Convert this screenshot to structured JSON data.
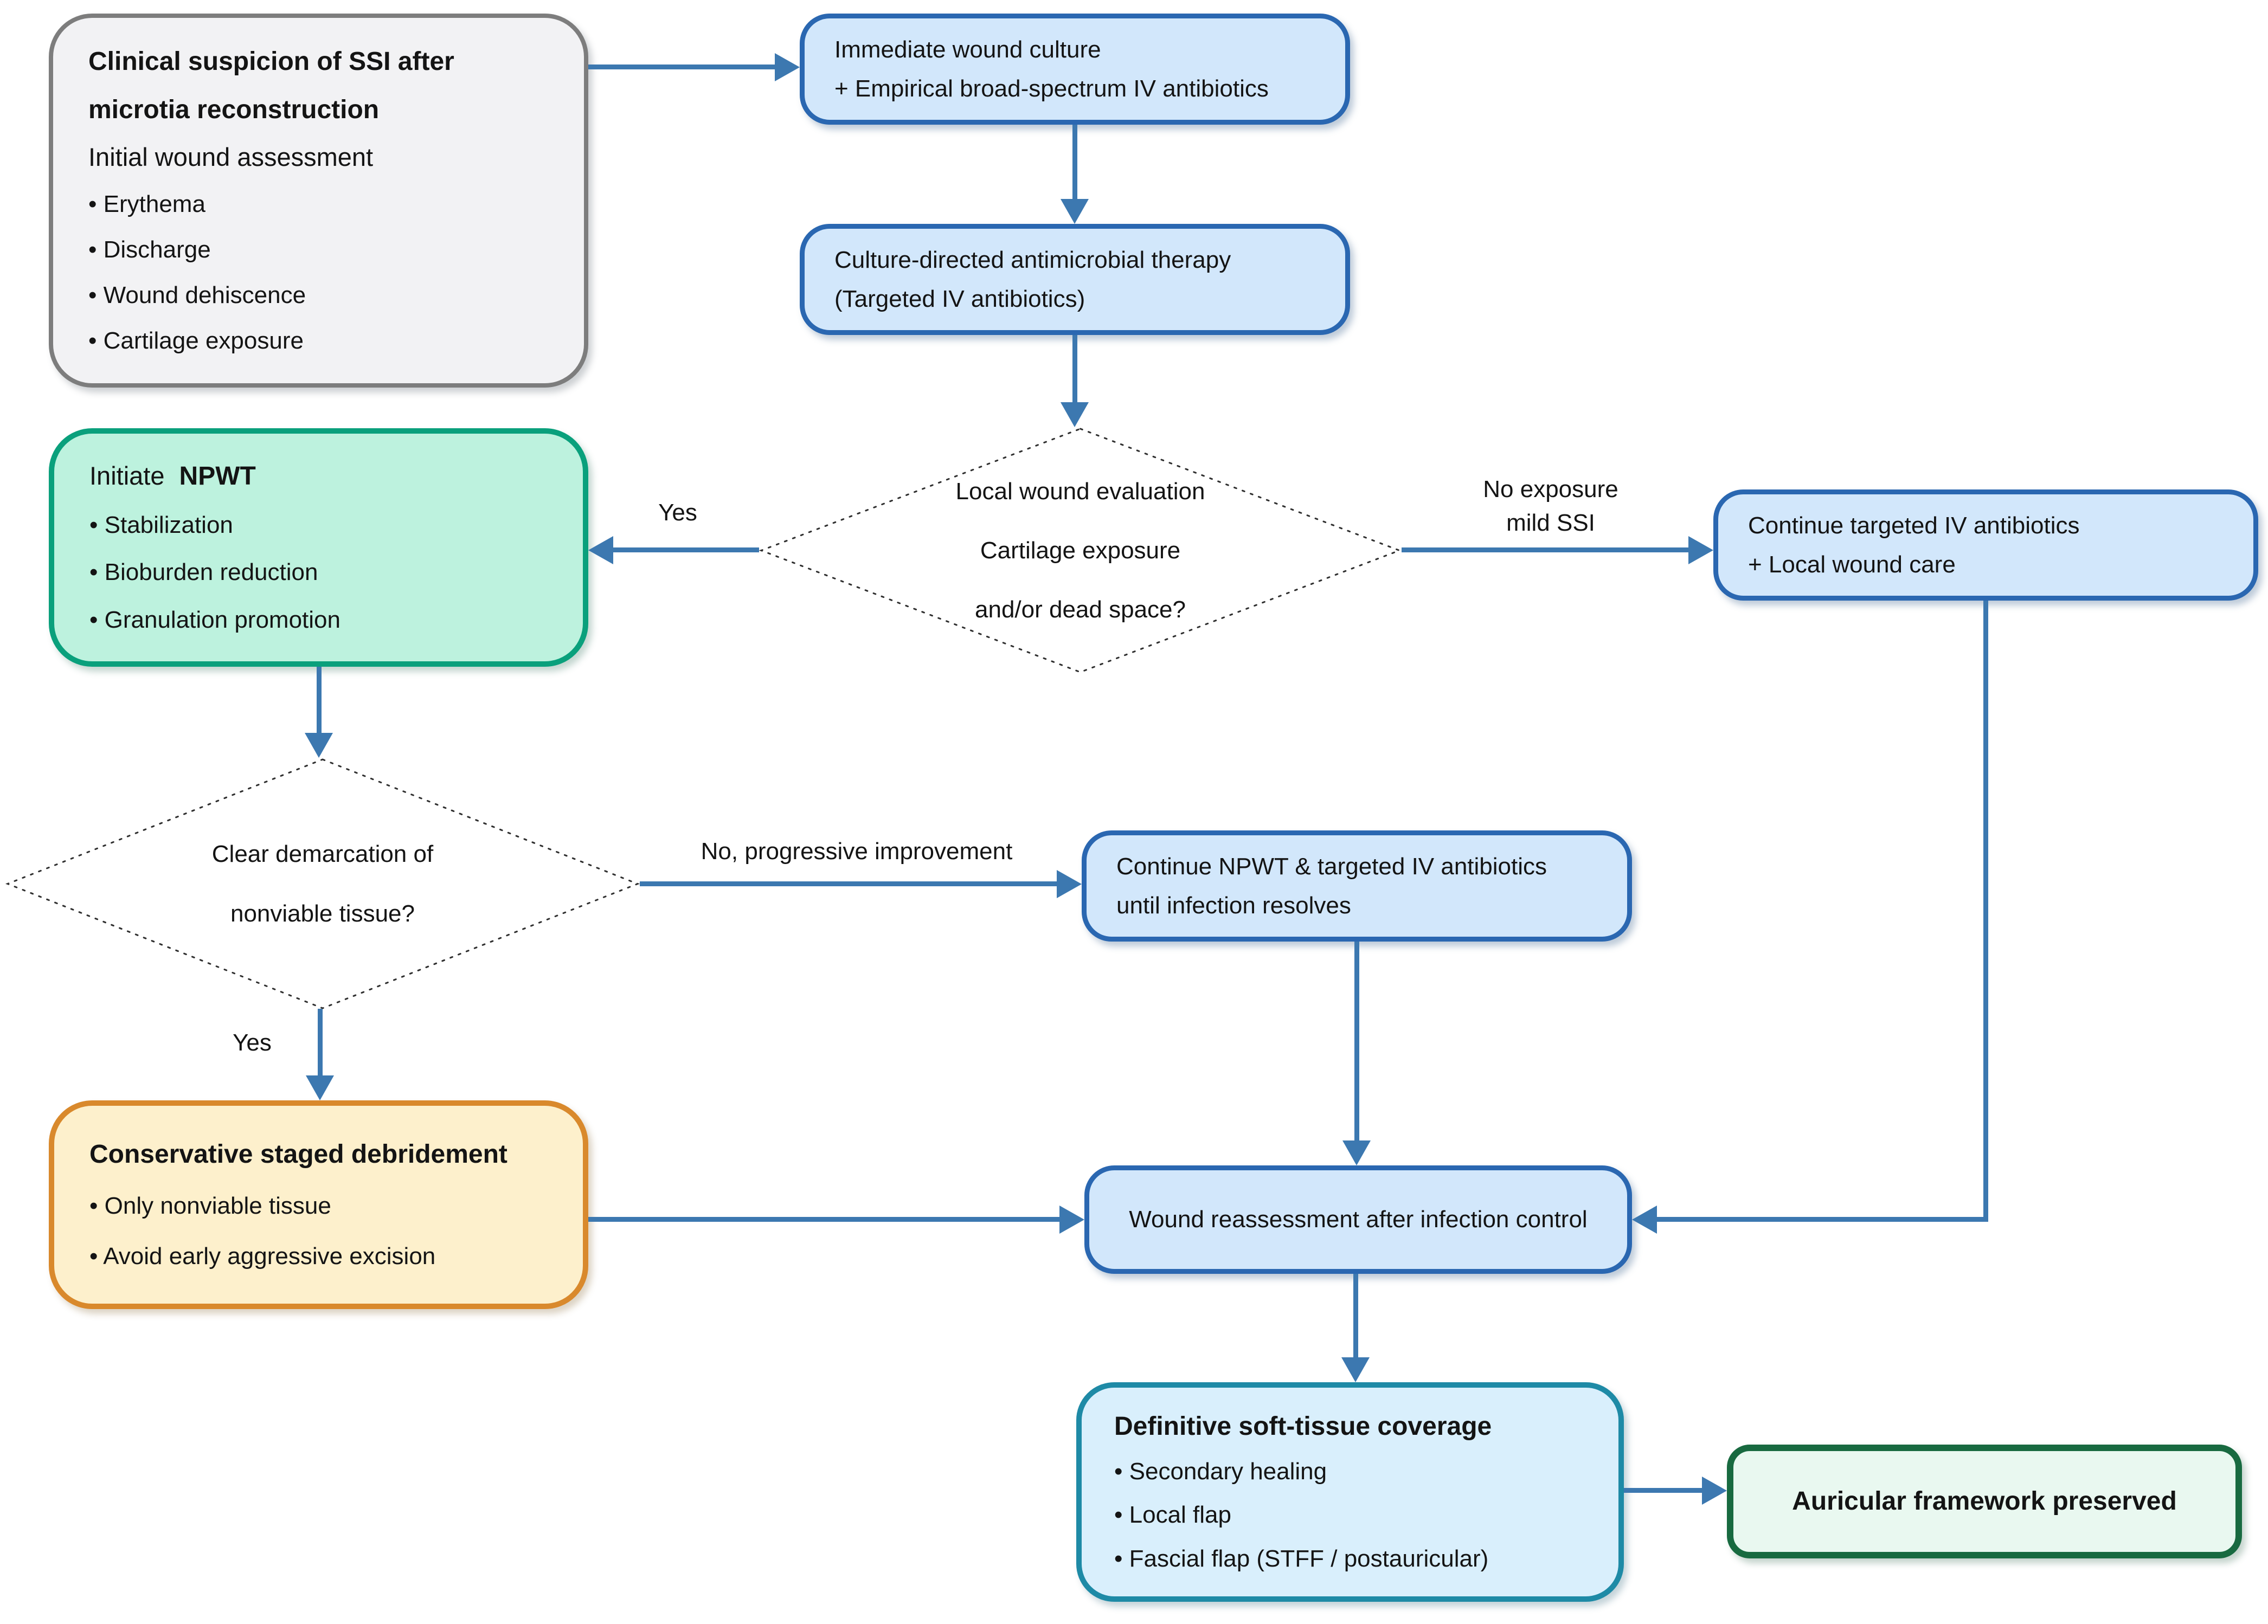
{
  "colors": {
    "arrow": "#3c78b0",
    "blue_fill": "#d2e7fb",
    "blue_border": "#2a67b1",
    "green_fill": "#bdf2de",
    "green_border": "#0aa07c",
    "cream_fill": "#fdf0cc",
    "cream_border": "#d9892c",
    "teal_fill": "#d9effc",
    "teal_border": "#1e8aa6",
    "mint_fill": "#e9f8f0",
    "mint_border": "#186a40",
    "gray_fill": "#f2f2f4",
    "gray_border": "#7d7d7d",
    "diamond_stroke": "#2f2f2f"
  },
  "nodes": {
    "clinical": {
      "title_line1": "Clinical suspicion of SSI after",
      "title_line2": "microtia reconstruction",
      "subtitle": "Initial wound assessment",
      "bullets": [
        "• Erythema",
        "• Discharge",
        "• Wound dehiscence",
        "• Cartilage exposure"
      ]
    },
    "immediate": {
      "line1": "Immediate wound culture",
      "line2": "+ Empirical broad-spectrum IV antibiotics"
    },
    "culture": {
      "line1": "Culture-directed antimicrobial therapy",
      "line2": "(Targeted IV antibiotics)"
    },
    "decision_local_wound": {
      "line1": "Local wound evaluation",
      "line2": "Cartilage exposure",
      "line3": "and/or dead space?"
    },
    "npwt": {
      "title_prefix": "Initiate",
      "title_bold": "NPWT",
      "bullets": [
        "• Stabilization",
        "• Bioburden reduction",
        "• Granulation promotion"
      ]
    },
    "continue_iv": {
      "line1": "Continue targeted IV antibiotics",
      "line2": "+ Local wound care"
    },
    "decision_demarcation": {
      "line1": "Clear demarcation of",
      "line2": "nonviable tissue?"
    },
    "continue_npwt": {
      "line1": "Continue NPWT & targeted IV antibiotics",
      "line2": "until infection resolves"
    },
    "conservative": {
      "title": "Conservative staged debridement",
      "bullets": [
        "• Only nonviable tissue",
        "• Avoid early aggressive excision"
      ]
    },
    "reassess": {
      "line1": "Wound reassessment after infection control"
    },
    "definitive": {
      "title": "Definitive soft-tissue coverage",
      "bullets": [
        "• Secondary healing",
        "• Local flap",
        "• Fascial flap (STFF / postauricular)"
      ]
    },
    "auricular": {
      "title": "Auricular framework preserved"
    }
  },
  "edge_labels": {
    "yes_to_npwt": "Yes",
    "no_exposure_line1": "No exposure",
    "no_exposure_line2": "mild SSI",
    "no_progressive": "No, progressive improvement",
    "yes_to_debridement": "Yes"
  }
}
